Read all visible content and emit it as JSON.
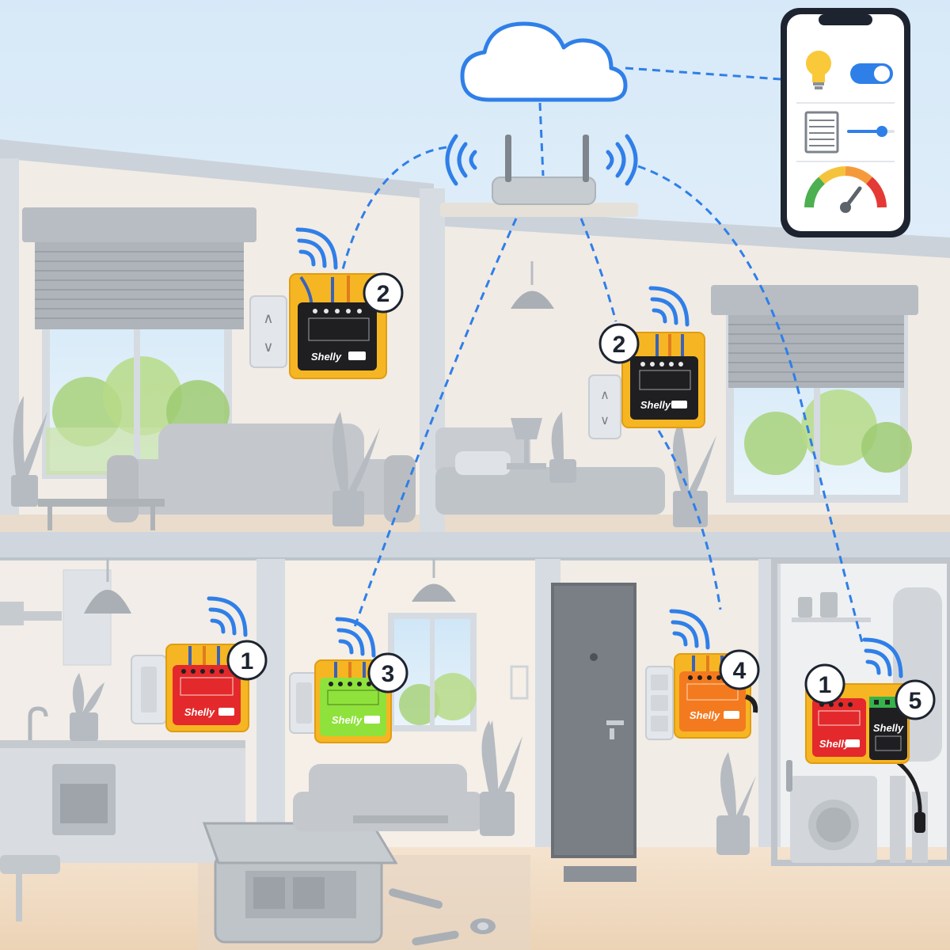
{
  "colors": {
    "sky": "#dfeefa",
    "wall": "#f3eee8",
    "structure": "#cfd6dd",
    "furniture": "#c4c8cd",
    "link": "#2f7fe8",
    "wifi": "#2f7fe8",
    "mount_box": "#f6b623",
    "floor": "#f0dcc3",
    "device_red": "#e3292b",
    "device_black": "#1f1f22",
    "device_green": "#8ee23b",
    "device_orange": "#f47a1f"
  },
  "brand": {
    "device_label": "Shelly"
  },
  "phone": {
    "rows": [
      {
        "icon": "lightbulb-icon",
        "control": "toggle-switch",
        "state": "on"
      },
      {
        "icon": "window-blind-icon",
        "control": "slider",
        "level": 0.75
      },
      {
        "icon": "gauge-icon",
        "control": "gauge",
        "level": 0.7
      }
    ]
  },
  "network": {
    "cloud_icon": "cloud-icon",
    "router_icon": "wifi-router-icon"
  },
  "devices": [
    {
      "badge": "2",
      "type": "black",
      "room": "living-room-upper",
      "control": "blinds-switch"
    },
    {
      "badge": "2",
      "type": "black",
      "room": "bedroom-upper",
      "control": "blinds-switch"
    },
    {
      "badge": "1",
      "type": "red",
      "room": "kitchen",
      "control": "light-switch"
    },
    {
      "badge": "3",
      "type": "green",
      "room": "living-room-lower",
      "control": "light-switch"
    },
    {
      "badge": "4",
      "type": "orange",
      "room": "hallway",
      "control": "triple-switch"
    },
    {
      "badge": "1",
      "type": "red",
      "room": "utility-room",
      "control": "none"
    },
    {
      "badge": "5",
      "type": "black-green",
      "room": "utility-room",
      "control": "sensor-probe"
    }
  ]
}
